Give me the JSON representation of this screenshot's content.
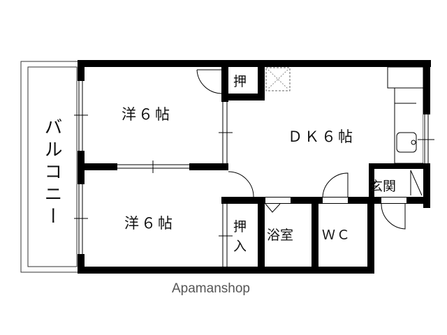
{
  "floorplan": {
    "rooms": {
      "western_room_1": "洋６帖",
      "western_room_2": "洋６帖",
      "dining_kitchen": "ＤＫ６帖",
      "closet_1": "押",
      "closet_2_line1": "押",
      "closet_2_line2": "入",
      "bathroom": "浴室",
      "toilet": "ＷＣ",
      "entrance": "玄関",
      "balcony": "バルコニー"
    },
    "colors": {
      "wall": "#000000",
      "line": "#222222",
      "background": "#ffffff",
      "brand_text": "#555555"
    }
  },
  "footer": {
    "brand": "Apamanshop"
  }
}
